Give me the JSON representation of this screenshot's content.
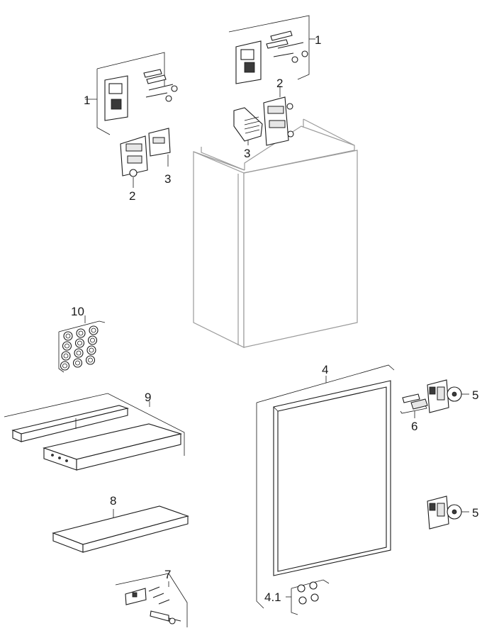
{
  "labels": {
    "part_1": "1",
    "part_2": "2",
    "part_3": "3",
    "part_4": "4",
    "part_4_1": "4.1",
    "part_5": "5",
    "part_6": "6",
    "part_7": "7",
    "part_8": "8",
    "part_9": "9",
    "part_10": "10"
  },
  "colors": {
    "line": "#1a1a1a",
    "cabinet_outline": "#9a9a9a",
    "background": "#ffffff"
  }
}
